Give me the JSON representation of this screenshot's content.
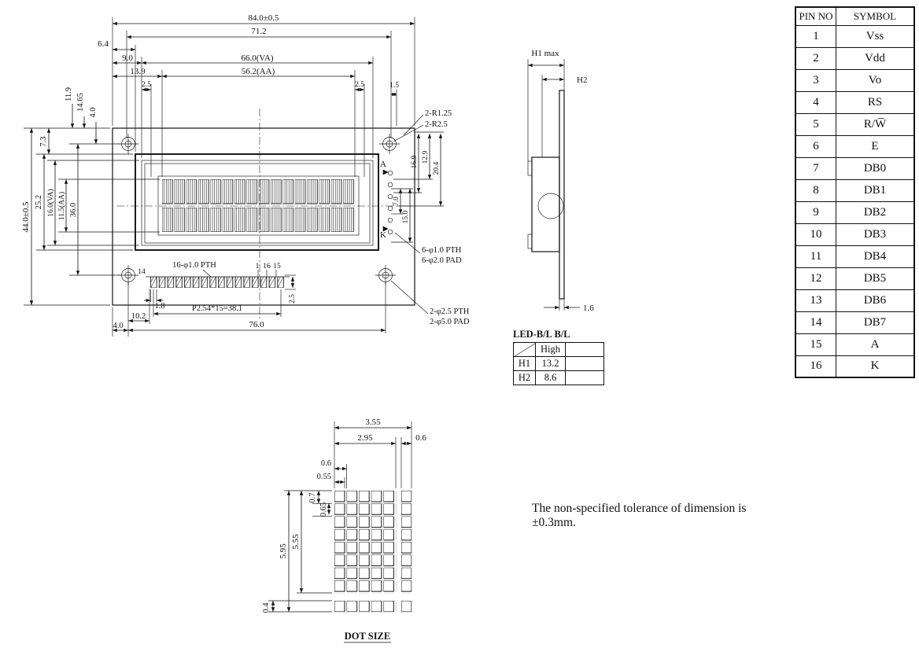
{
  "note": "The non-specified tolerance of dimension is ±0.3mm.",
  "main_view": {
    "dims": {
      "w_total": "84.0±0.5",
      "w_712": "71.2",
      "w_64": "6.4",
      "w_90": "9.0",
      "w_va": "66.0(VA)",
      "w_139": "13.9",
      "w_aa": "56.2(AA)",
      "w_25_left": "2.5",
      "w_25_right": "2.5",
      "w_15": "1.5",
      "r_125": "2-R1.25",
      "r_25": "2-R2.5",
      "h_119": "11.9",
      "h_1465": "14.65",
      "h_40_top": "4.0",
      "h_73": "7.3",
      "h_total": "44.0±0.5",
      "h_252": "25.2",
      "h_va": "16.0(VA)",
      "h_aa": "11.5(AA)",
      "h_360": "36.0",
      "h_169": "16.9",
      "h_129": "12.9",
      "h_204": "20.4",
      "h_70": "7.0",
      "h_150": "15.0",
      "label_a": "A",
      "label_k": "K",
      "pin_holes": "16-φ1.0 PTH",
      "pin_num_14": "14",
      "pin_num_1": "1",
      "pin_num_16": "16",
      "pin_num_15": "15",
      "pitch_18": "1.8",
      "pitch_total": "P2.54*15=38.1",
      "h_25_pins": "2.5",
      "w_102": "10.2",
      "w_40_bottom": "4.0",
      "w_760": "76.0",
      "bl_pth": "6-φ1.0 PTH",
      "bl_pad": "6-φ2.0 PAD",
      "mnt_pth": "2-φ2.5 PTH",
      "mnt_pad": "2-φ5.0 PAD"
    }
  },
  "side_view": {
    "h1": "H1 max",
    "h2": "H2",
    "thickness": "1.6"
  },
  "led_table": {
    "title": "LED-B/L B/L",
    "header_high": "High",
    "rows": [
      {
        "name": "H1",
        "high": "13.2"
      },
      {
        "name": "H2",
        "high": "8.6"
      }
    ]
  },
  "pin_table": {
    "header_no": "PIN NO",
    "header_symbol": "SYMBOL",
    "rows": [
      {
        "no": "1",
        "symbol": "Vss"
      },
      {
        "no": "2",
        "symbol": "Vdd"
      },
      {
        "no": "3",
        "symbol": "Vo"
      },
      {
        "no": "4",
        "symbol": "RS"
      },
      {
        "no": "5",
        "symbol": "R/W̅"
      },
      {
        "no": "6",
        "symbol": "E"
      },
      {
        "no": "7",
        "symbol": "DB0"
      },
      {
        "no": "8",
        "symbol": "DB1"
      },
      {
        "no": "9",
        "symbol": "DB2"
      },
      {
        "no": "10",
        "symbol": "DB3"
      },
      {
        "no": "11",
        "symbol": "DB4"
      },
      {
        "no": "12",
        "symbol": "DB5"
      },
      {
        "no": "13",
        "symbol": "DB6"
      },
      {
        "no": "14",
        "symbol": "DB7"
      },
      {
        "no": "15",
        "symbol": "A"
      },
      {
        "no": "16",
        "symbol": "K"
      }
    ]
  },
  "dot_view": {
    "title": "DOT SIZE",
    "dims": {
      "w_total": "3.55",
      "w_main": "2.95",
      "w_col": "0.6",
      "pitch_x": "0.6",
      "dot_w": "0.55",
      "pitch_y": "0.7",
      "dot_h": "0.65",
      "h_total": "5.95",
      "h_main": "5.55",
      "h_gap": "0.4"
    }
  }
}
